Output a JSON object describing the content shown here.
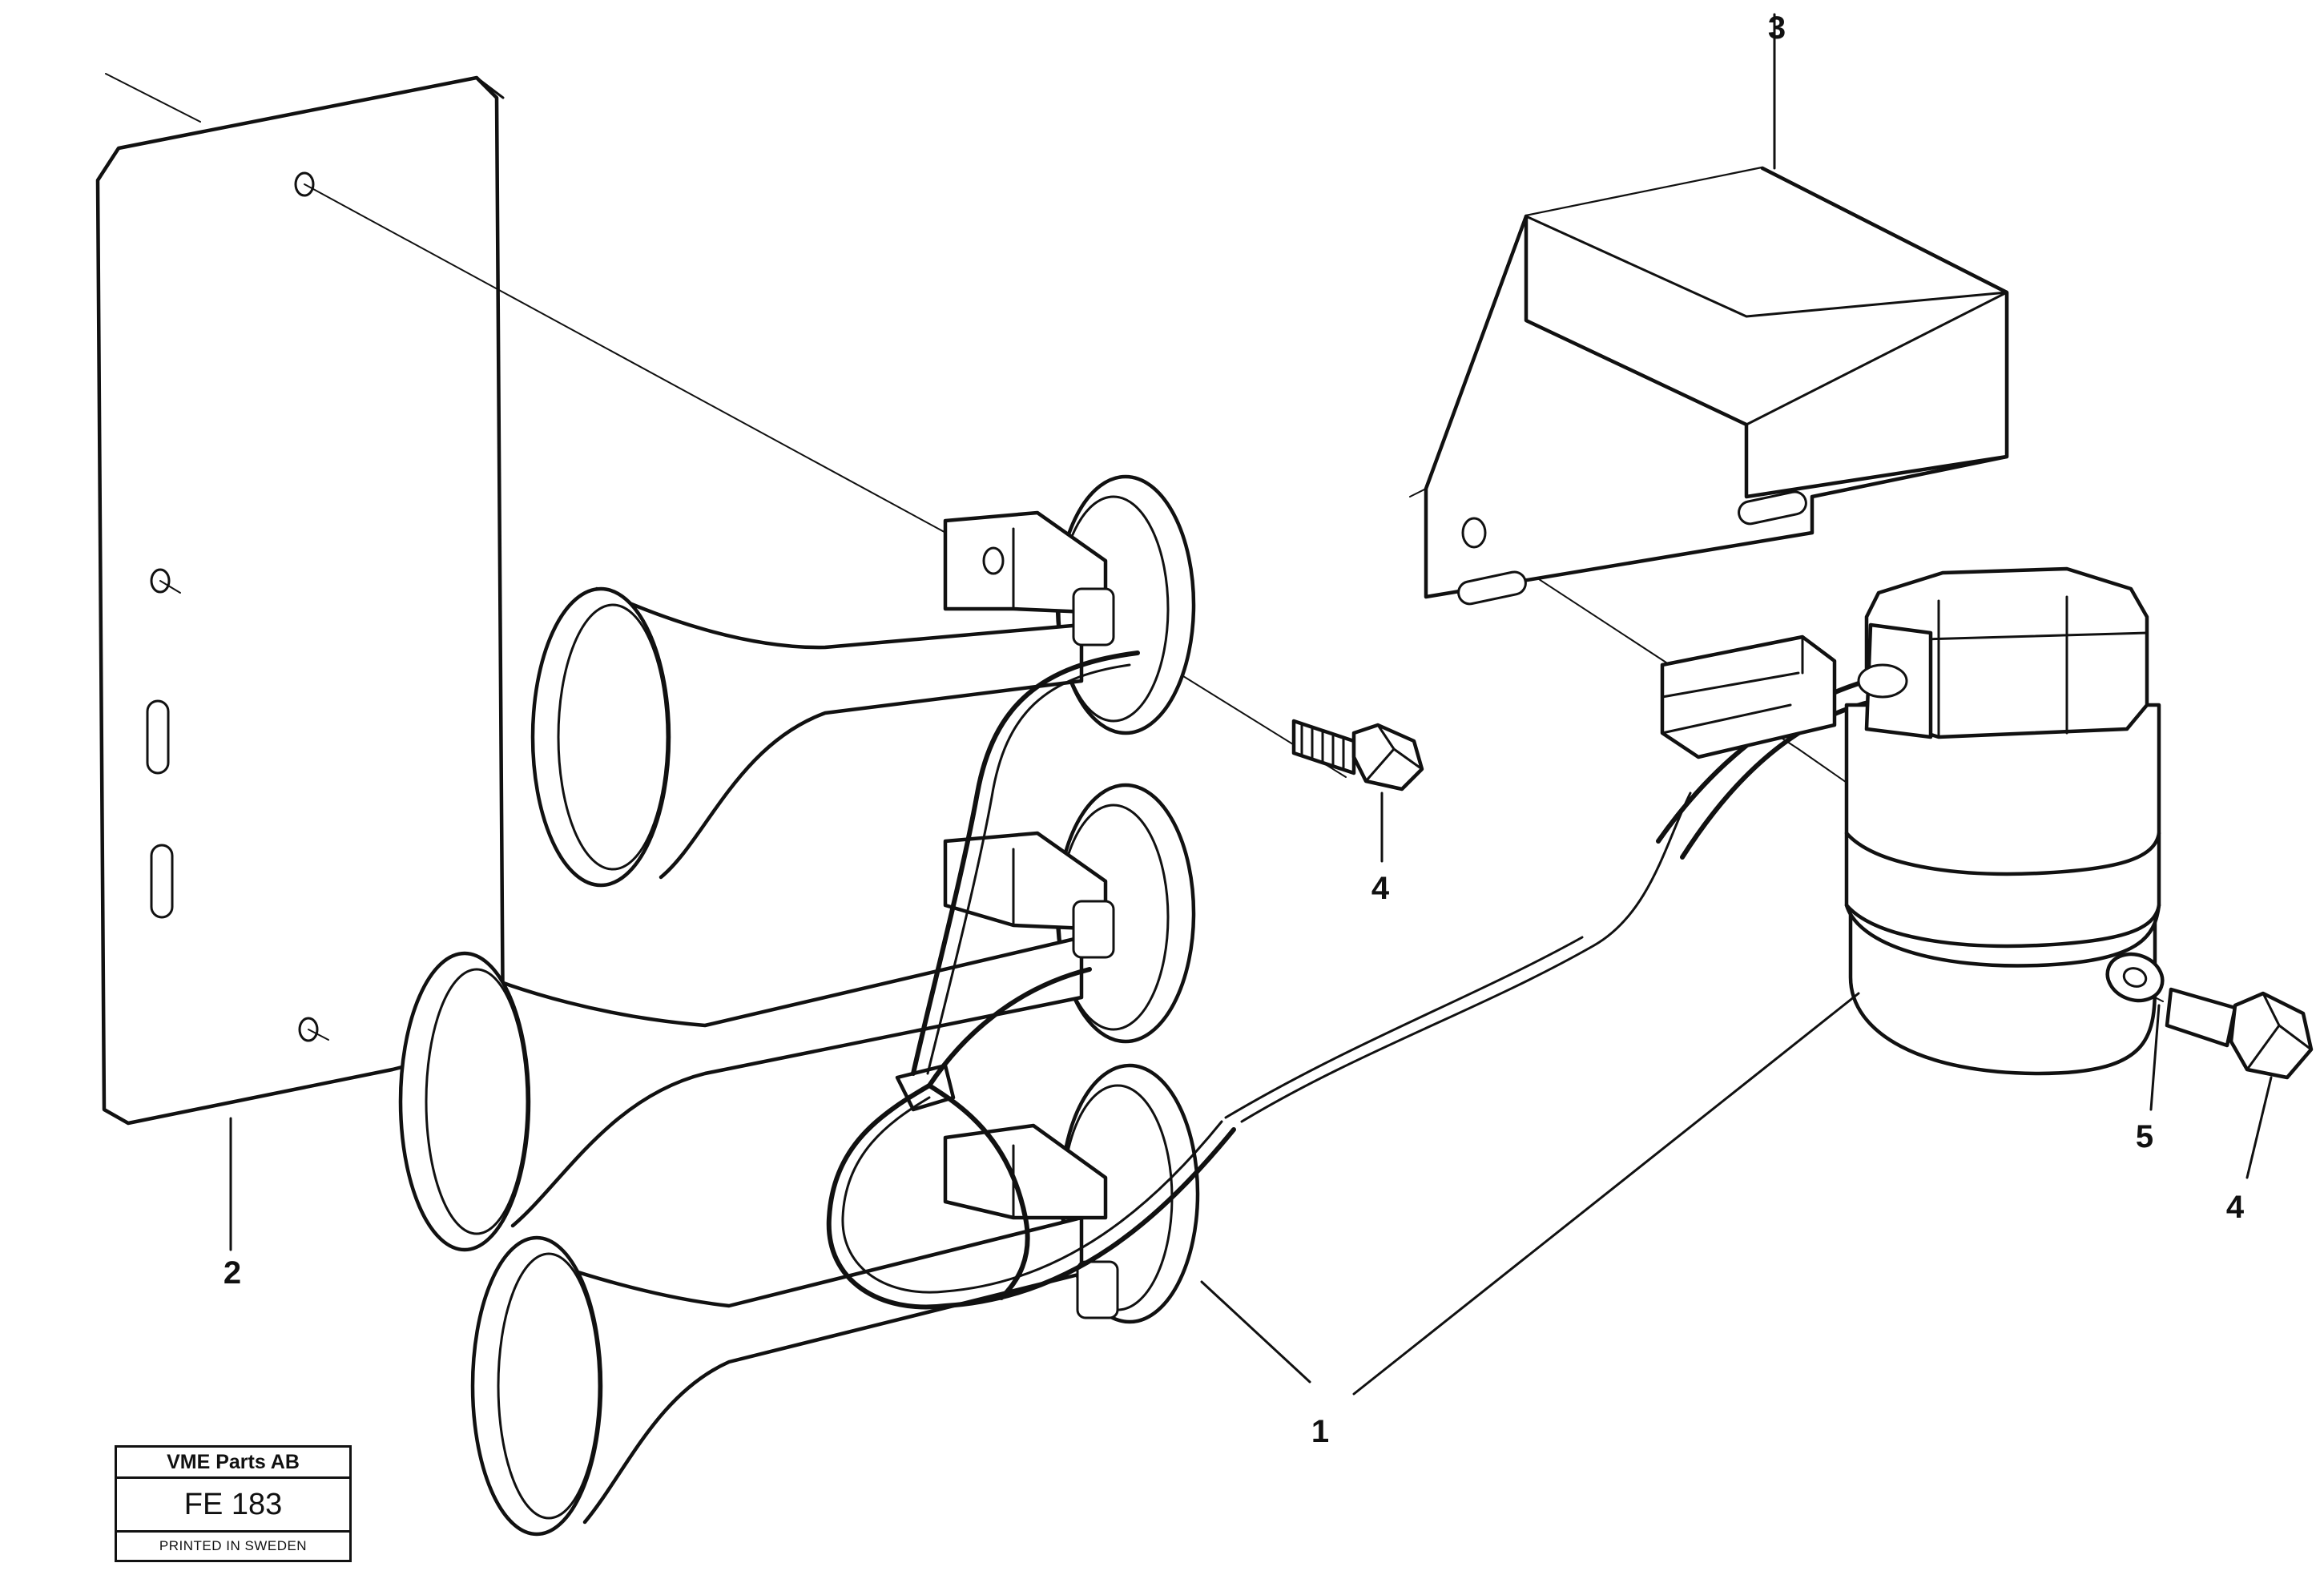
{
  "callouts": {
    "horn_assembly": "1",
    "mounting_plate": "2",
    "cover_bracket": "3",
    "screw_horns": "4",
    "screw_compressor": "4",
    "washer": "5"
  },
  "title_block": {
    "company": "VME Parts AB",
    "drawing_number": "FE 183",
    "printed": "PRINTED IN SWEDEN"
  }
}
